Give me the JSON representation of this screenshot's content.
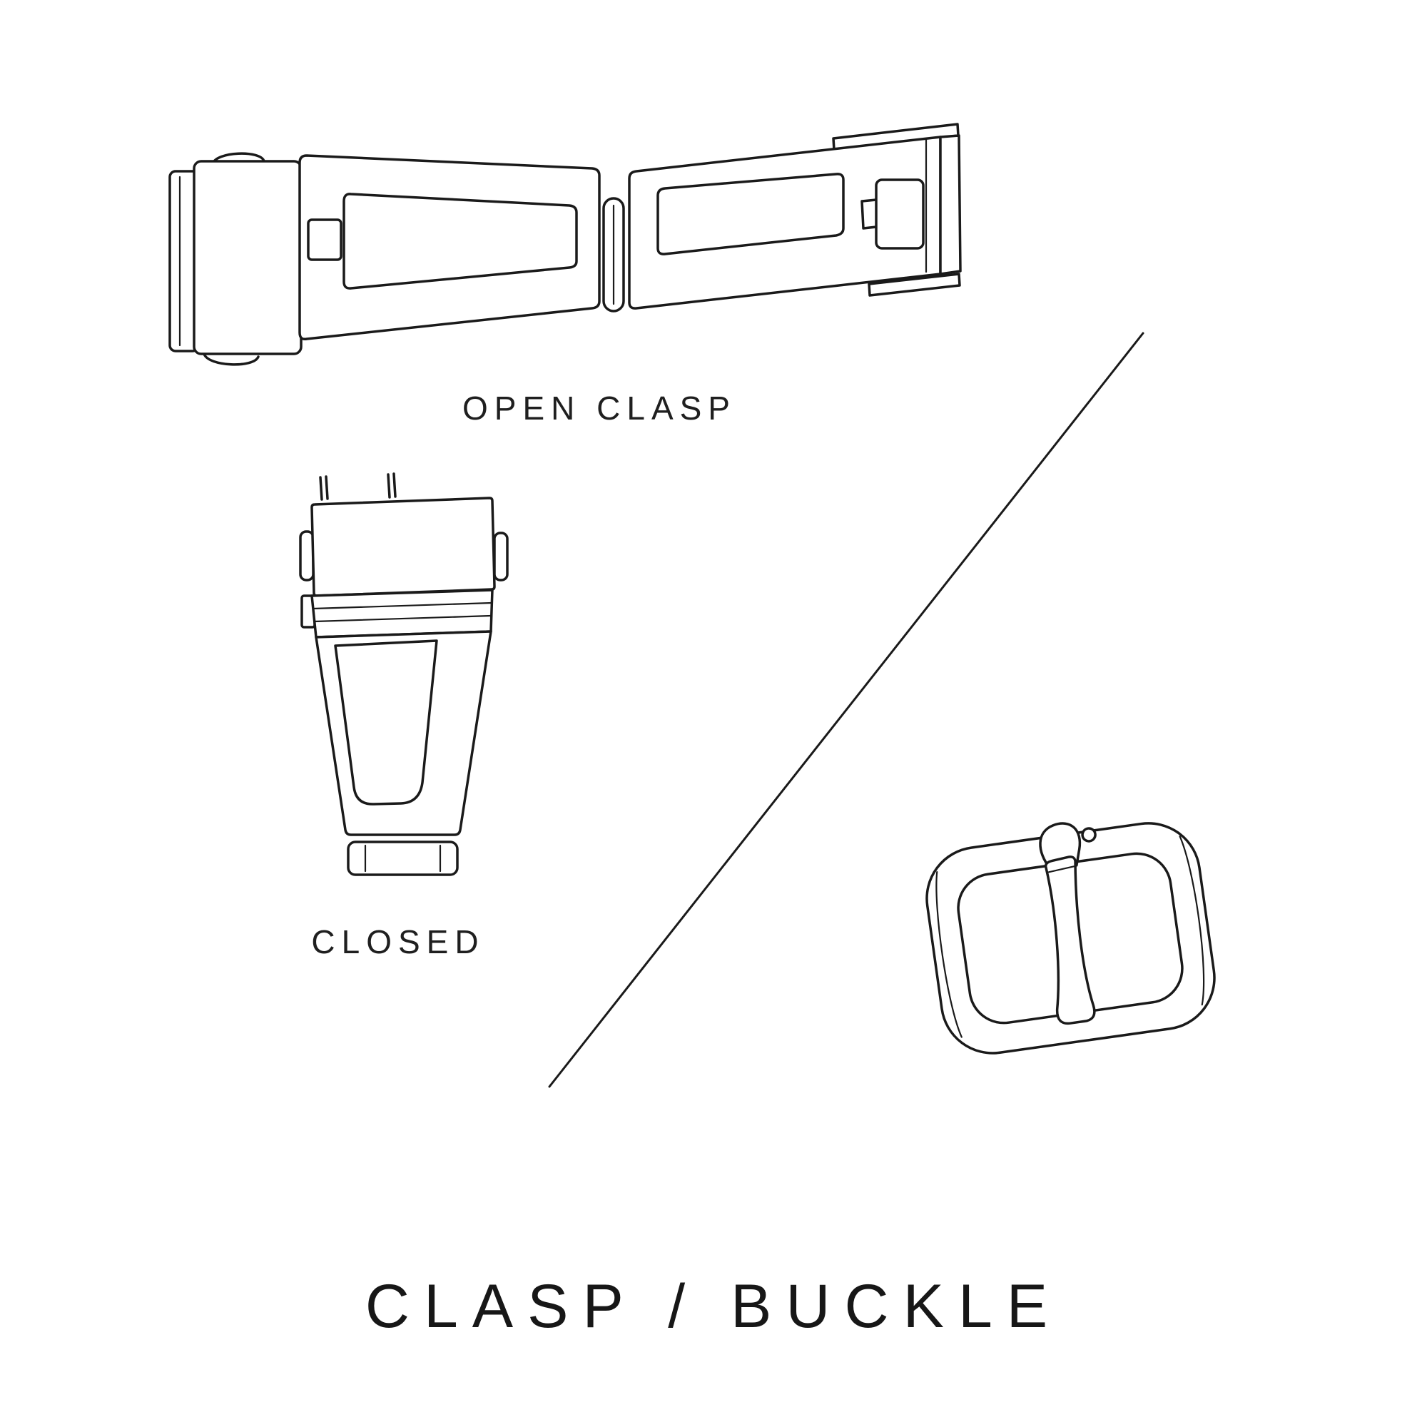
{
  "page": {
    "background_color": "#ffffff",
    "ink_color": "#1a1a1a"
  },
  "diagram": {
    "title": "CLASP / BUCKLE",
    "labels": {
      "open_clasp": "OPEN CLASP",
      "closed": "CLOSED"
    },
    "figures": [
      {
        "name": "open-clasp-illustration"
      },
      {
        "name": "closed-clasp-illustration"
      },
      {
        "name": "buckle-illustration"
      },
      {
        "name": "diagonal-separator-line"
      }
    ]
  }
}
